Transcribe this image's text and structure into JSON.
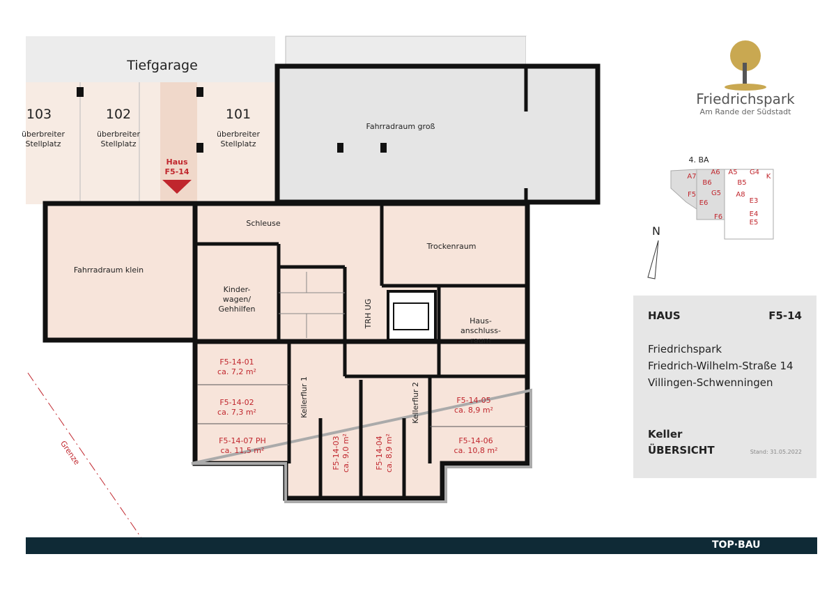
{
  "plan": {
    "garage": "Tiefgarage",
    "spaces": [
      {
        "num": "103",
        "label": "überbreiter\nStellplatz"
      },
      {
        "num": "102",
        "label": "überbreiter Stellplatz"
      },
      {
        "num": "101",
        "label": "überbreiter Stellplatz"
      }
    ],
    "space103_label": "überbreiter",
    "haus_marker": "Haus F5-14",
    "rooms": {
      "fahrrad_gross": "Fahrradraum groß",
      "fahrrad_klein": "Fahrradraum klein",
      "schleuse": "Schleuse",
      "trockenraum": "Trockenraum",
      "kinderwagen": "Kinder-wagen/ Gehhilfen",
      "trh": "TRH UG",
      "hausanschluss": "Haus-anschluss-raum",
      "kellerflur1": "Kellerflur 1",
      "kellerflur2": "Kellerflur 2"
    },
    "units": [
      {
        "id": "F5-14-01",
        "area": "ca. 7,2 m²"
      },
      {
        "id": "F5-14-02",
        "area": "ca. 7,3 m²"
      },
      {
        "id": "F5-14-07 PH",
        "area": "ca. 11,5 m²"
      },
      {
        "id": "F5-14-03",
        "area": "ca. 9,0 m²"
      },
      {
        "id": "F5-14-04",
        "area": "ca. 8,9 m²"
      },
      {
        "id": "F5-14-05",
        "area": "ca. 8,9 m²"
      },
      {
        "id": "F5-14-06",
        "area": "ca. 10,8 m²"
      }
    ],
    "grenze": "Grenze"
  },
  "brand": {
    "name": "Friedrichspark",
    "tagline": "Am Rande der Südstadt"
  },
  "siteplan": {
    "title": "4. BA",
    "labels": [
      "A7",
      "A6",
      "A5",
      "G4",
      "K",
      "B6",
      "B5",
      "F5",
      "G5",
      "A8",
      "E6",
      "E3",
      "F6",
      "E4",
      "E5"
    ],
    "north": "N"
  },
  "info": {
    "haus_label": "HAUS",
    "haus_id": "F5-14",
    "project": "Friedrichspark",
    "street": "Friedrich-Wilhelm-Straße 14",
    "city": "Villingen-Schwenningen",
    "floor": "Keller",
    "view": "ÜBERSICHT",
    "date": "Stand: 31.05.2022"
  },
  "footer": {
    "company": "TOP·BAU"
  }
}
